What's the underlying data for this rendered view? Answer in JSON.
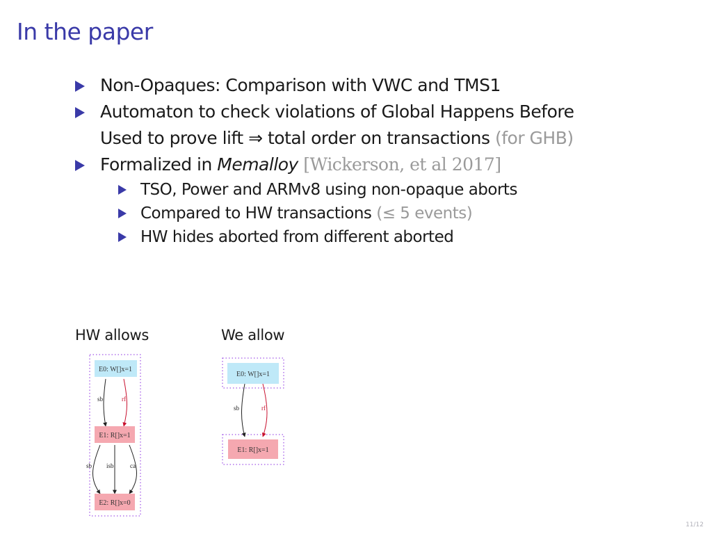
{
  "title": "In the paper",
  "bullets": {
    "b1": "Non-Opaques: Comparison with VWC and TMS1",
    "b2": "Automaton to check violations of Global Happens Before",
    "b2_cont_main": "Used to prove lift ⇒ total order on transactions ",
    "b2_cont_note": "(for GHB)",
    "b3_prefix": "Formalized in ",
    "b3_emph": "Memalloy",
    "b3_cite": " [Wickerson, et al 2017]",
    "sub1": "TSO, Power and ARMv8 using non-opaque aborts",
    "sub2_main": "Compared to HW transactions ",
    "sub2_note": "(≤ 5 events)",
    "sub3": "HW hides aborted from different aborted"
  },
  "captions": {
    "left": "HW allows",
    "right": "We allow"
  },
  "graph_left": {
    "nodes": [
      "E0: W[]x=1",
      "E1: R[]x=1",
      "E2: R[]x=0"
    ],
    "edges": [
      "sb",
      "rf",
      "sb",
      "isb",
      "ca"
    ]
  },
  "graph_right": {
    "nodes": [
      "E0: W[]x=1",
      "E1: R[]x=1"
    ],
    "edges": [
      "sb",
      "rf"
    ]
  },
  "colors": {
    "write_node": "#bfe9f8",
    "read_node": "#f5a8b0",
    "rf_edge": "#c8102e",
    "frame": "#8a2be2",
    "title": "#3a3aa8"
  },
  "page_number": "11/12"
}
